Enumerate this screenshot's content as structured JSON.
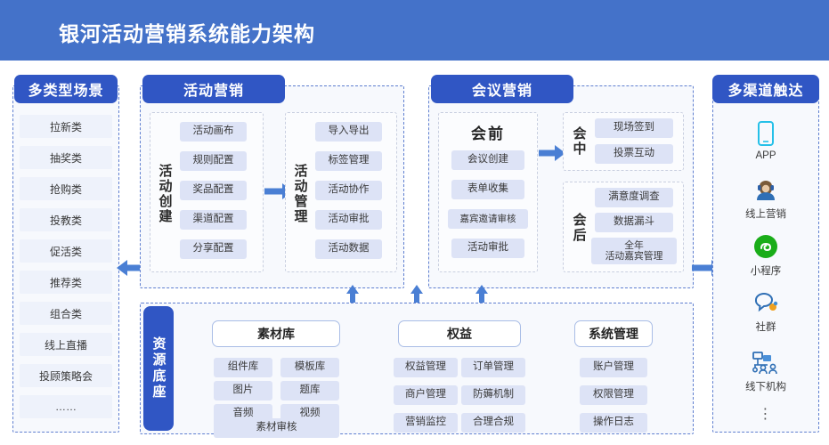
{
  "header": {
    "title": "银河活动营销系统能力架构",
    "bg": "#4472c9"
  },
  "colors": {
    "ribbon": "#3056c4",
    "pill_bg": "#dde3f6",
    "panel_bg": "#f7f9fd",
    "dashed_border": "#5f7fd0",
    "arrow": "#4a7fd4"
  },
  "scenarios": {
    "title": "多类型场景",
    "items": [
      "拉新类",
      "抽奖类",
      "抢购类",
      "投教类",
      "促活类",
      "推荐类",
      "组合类",
      "线上直播",
      "投顾策略会",
      "……"
    ]
  },
  "campaign": {
    "title": "活动营销",
    "create": {
      "label": "活动创建",
      "items": [
        "活动画布",
        "规则配置",
        "奖品配置",
        "渠道配置",
        "分享配置"
      ]
    },
    "manage": {
      "label": "活动管理",
      "items": [
        "导入导出",
        "标签管理",
        "活动协作",
        "活动审批",
        "活动数据"
      ]
    }
  },
  "conference": {
    "title": "会议营销",
    "before": {
      "label": "会前",
      "items": [
        "会议创建",
        "表单收集",
        "嘉宾邀请审核",
        "活动审批"
      ]
    },
    "during": {
      "label": "会中",
      "items": [
        "现场签到",
        "投票互动"
      ]
    },
    "after": {
      "label": "会后",
      "items": [
        "满意度调查",
        "数据漏斗",
        "全年\n活动嘉宾管理"
      ]
    }
  },
  "foundation": {
    "label": "资源底座",
    "groups": [
      {
        "title": "素材库",
        "items": [
          "组件库",
          "模板库",
          "图片",
          "题库",
          "音频",
          "视频",
          "素材审核"
        ]
      },
      {
        "title": "权益",
        "items": [
          "权益管理",
          "订单管理",
          "商户管理",
          "防薅机制",
          "营销监控",
          "合理合规"
        ]
      },
      {
        "title": "系统管理",
        "items": [
          "账户管理",
          "权限管理",
          "操作日志"
        ]
      }
    ]
  },
  "channels": {
    "title": "多渠道触达",
    "items": [
      {
        "label": "APP",
        "icon": "mobile-phone-icon"
      },
      {
        "label": "线上营销",
        "icon": "agent-person-icon"
      },
      {
        "label": "小程序",
        "icon": "mini-program-icon"
      },
      {
        "label": "社群",
        "icon": "chat-bubble-icon"
      },
      {
        "label": "线下机构",
        "icon": "offline-network-icon"
      },
      {
        "label": "⋮",
        "icon": "more-dots-icon"
      }
    ]
  }
}
